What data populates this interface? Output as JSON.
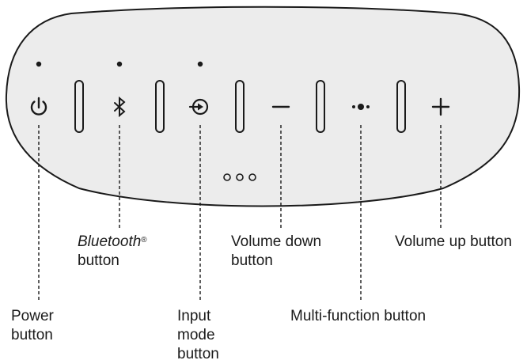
{
  "labels": {
    "bluetooth": {
      "name": "Bluetooth",
      "mark": "®",
      "line2": "button"
    },
    "volume_down": {
      "line1": "Volume down",
      "line2": "button"
    },
    "volume_up": {
      "line1": "Volume up button"
    },
    "power": {
      "line1": "Power",
      "line2": "button"
    },
    "multi_function": {
      "line1": "Multi-function button"
    },
    "input_mode": {
      "line1": "Input",
      "line2": "mode",
      "line3": "button"
    }
  },
  "icons": {
    "power": "power-icon",
    "bluetooth": "bluetooth-icon",
    "input": "input-icon",
    "volume_down": "minus-icon",
    "multi_function": "multi-function-dots-icon",
    "volume_up": "plus-icon"
  },
  "colors": {
    "panel_fill": "#ececec",
    "outline": "#1a1a1a"
  }
}
